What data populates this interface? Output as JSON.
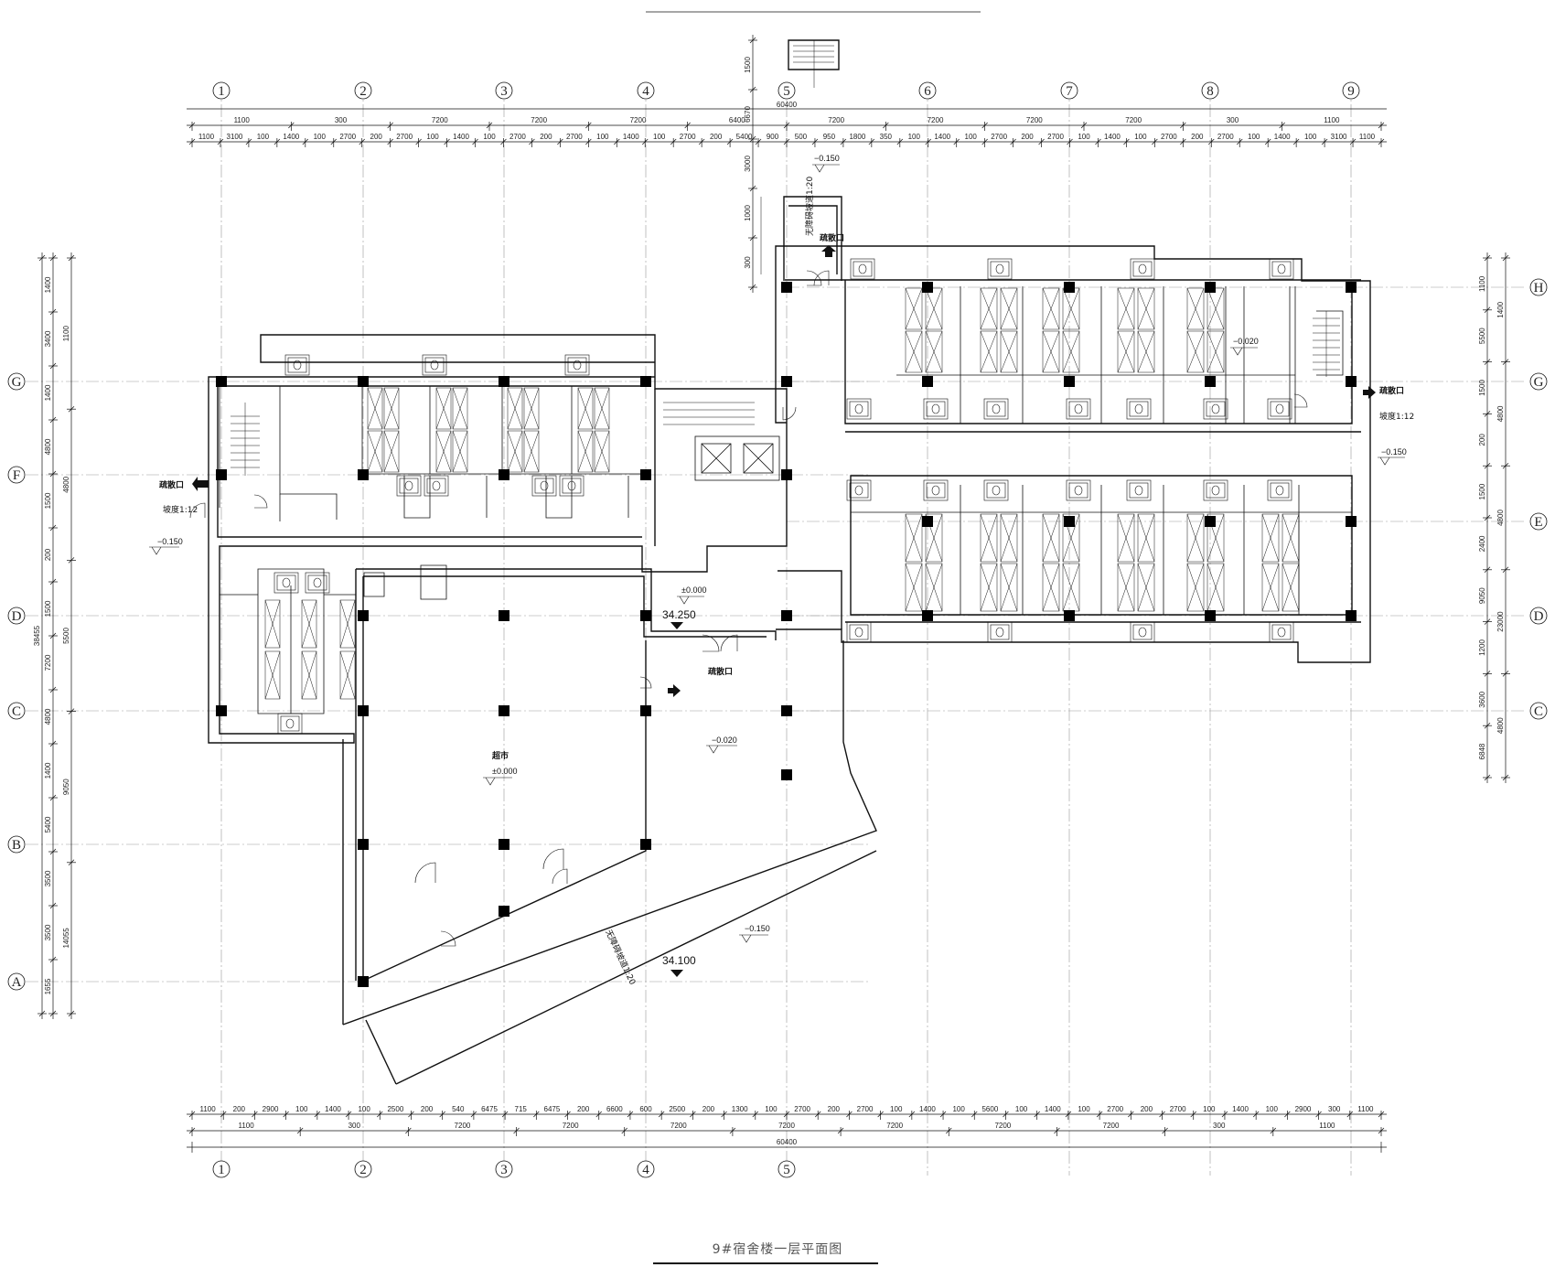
{
  "title": "9#宿舍楼一层平面图",
  "axes_h": [
    "1",
    "2",
    "3",
    "4",
    "5",
    "6",
    "7",
    "8",
    "9"
  ],
  "axes_h_bottom": [
    "1",
    "2",
    "3",
    "4",
    "5"
  ],
  "axes_v_left": [
    "G",
    "F",
    "D",
    "C",
    "B",
    "A"
  ],
  "axes_v_right": [
    "H",
    "G",
    "E",
    "D",
    "C"
  ],
  "dims_top_1": [
    "1100",
    "300",
    "7200",
    "7200",
    "7200",
    "6400",
    "7200",
    "7200",
    "7200",
    "7200",
    "300",
    "1100"
  ],
  "dims_top_2": [
    "1100",
    "3100",
    "100",
    "1400",
    "100",
    "2700",
    "200",
    "2700",
    "100",
    "1400",
    "100",
    "2700",
    "200",
    "2700",
    "100",
    "1400",
    "100",
    "2700",
    "200",
    "5400",
    "900",
    "500",
    "950",
    "1800",
    "350",
    "100",
    "1400",
    "100",
    "2700",
    "200",
    "2700",
    "100",
    "1400",
    "100",
    "2700",
    "200",
    "2700",
    "100",
    "1400",
    "100",
    "3100",
    "1100"
  ],
  "dims_bottom_1": [
    "1100",
    "200",
    "2900",
    "100",
    "1400",
    "100",
    "2500",
    "200",
    "540",
    "6475",
    "715",
    "6475",
    "200",
    "6600",
    "600",
    "2500",
    "200",
    "1300",
    "100",
    "2700",
    "200",
    "2700",
    "100",
    "1400",
    "100",
    "5600",
    "100",
    "1400",
    "100",
    "2700",
    "200",
    "2700",
    "100",
    "1400",
    "100",
    "2900",
    "300",
    "1100"
  ],
  "dims_bottom_2": [
    "1100",
    "300",
    "7200",
    "7200",
    "7200",
    "7200",
    "7200",
    "7200",
    "7200",
    "300",
    "1100"
  ],
  "total_width": "60400",
  "dims_left_1": [
    "1400",
    "3400",
    "1400",
    "4800",
    "1500",
    "200",
    "1500",
    "7200",
    "4800",
    "1400",
    "5400",
    "3500",
    "3500",
    "1655"
  ],
  "dims_left_2": [
    "1100",
    "4800",
    "5500",
    "9050",
    "14055"
  ],
  "total_left": "38455",
  "dims_right_1": [
    "1100",
    "5500",
    "1500",
    "200",
    "1500",
    "2400",
    "9050",
    "1200",
    "3600",
    "6848"
  ],
  "dims_right_2": [
    "1400",
    "4800",
    "4800",
    "23000",
    "4800"
  ],
  "dims_top_stair": [
    "1500",
    "6670",
    "3000",
    "1000",
    "300"
  ],
  "exit_label": "疏散口",
  "slope_label": "坡度1:12",
  "ramp_label": "无障碍坡道1:20",
  "room_supermarket": "超市",
  "levels": {
    "minus_0150": "−0.150",
    "minus_0020": "−0.020",
    "zero": "±0.000",
    "abs_34250": "34.250",
    "abs_34100": "34.100"
  },
  "colors": {
    "line": "#111111",
    "axis": "#9a9a9a",
    "column": "#000000"
  }
}
